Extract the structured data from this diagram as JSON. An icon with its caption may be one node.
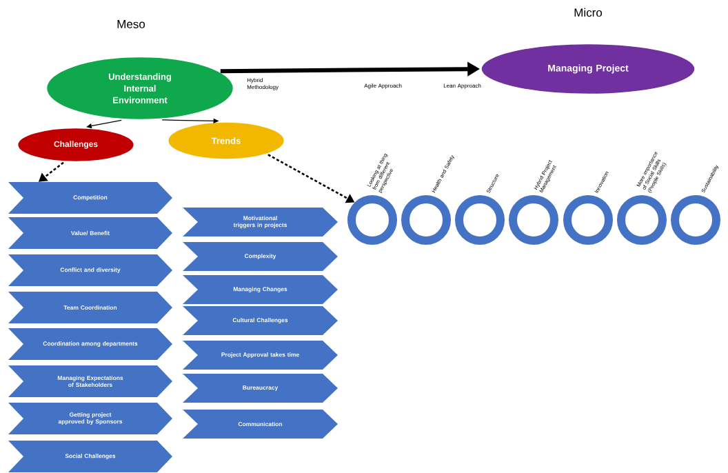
{
  "diagram": {
    "nodes": [
      {
        "text": [
          "Understanding Internal Environment"
        ],
        "beside": [
          "Meso"
        ]
      },
      {
        "text": [
          "Managing Project"
        ],
        "beside": [
          "Micro"
        ]
      },
      {
        "text": [
          "Challenges"
        ]
      },
      {
        "text": [
          "Trends"
        ]
      },
      {
        "text": [
          "Competition"
        ]
      },
      {
        "text": [
          "Value/ Benefit"
        ]
      },
      {
        "text": [
          "Conflict and diversity"
        ]
      },
      {
        "text": [
          "Team Coordination"
        ]
      },
      {
        "text": [
          "Coordination among departments"
        ]
      },
      {
        "text": [
          "Managing Expectations of Stakeholders"
        ]
      },
      {
        "text": [
          "Getting project approved by Sponsors"
        ]
      },
      {
        "text": [
          "Social Challenges"
        ]
      },
      {
        "text": [
          "Motivational triggers in projects"
        ]
      },
      {
        "text": [
          "Complexity"
        ]
      },
      {
        "text": [
          "Managing Changes"
        ]
      },
      {
        "text": [
          "Cultural Challenges"
        ]
      },
      {
        "text": [
          "Project Approval takes time"
        ]
      },
      {
        "text": [
          "Bureaucracy"
        ]
      },
      {
        "text": [
          "Communication"
        ]
      },
      {
        "text": [],
        "shape": "circle",
        "beside": [
          "Looking at thing from different perspective"
        ]
      },
      {
        "text": [],
        "shape": "circle",
        "beside": [
          "Health and Safety"
        ]
      },
      {
        "text": [],
        "shape": "circle",
        "beside": [
          "Structure"
        ]
      },
      {
        "text": [],
        "shape": "circle",
        "beside": [
          "Hybrid Project Management"
        ]
      },
      {
        "text": [],
        "shape": "circle",
        "beside": [
          "Innovation"
        ]
      },
      {
        "text": [],
        "shape": "circle",
        "beside": [
          "More importance of Social Skills (People Skills)"
        ]
      },
      {
        "text": [],
        "shape": "circle",
        "beside": [
          "Sustainability"
        ]
      }
    ],
    "edges": [
      {
        "from": 0,
        "to": 1,
        "arrow": "to",
        "style": "thick"
      },
      {
        "from": 0,
        "to": 2,
        "arrow": "to"
      },
      {
        "from": 0,
        "to": 3,
        "arrow": "to"
      },
      {
        "from": 2,
        "to": 4,
        "arrow": "to",
        "style": "dashed"
      },
      {
        "from": 3,
        "to": 19,
        "arrow": "to",
        "style": "dashed"
      }
    ],
    "labels": [
      "Hybrid Methodology",
      "Agile Approach",
      "Lean Approach"
    ]
  }
}
